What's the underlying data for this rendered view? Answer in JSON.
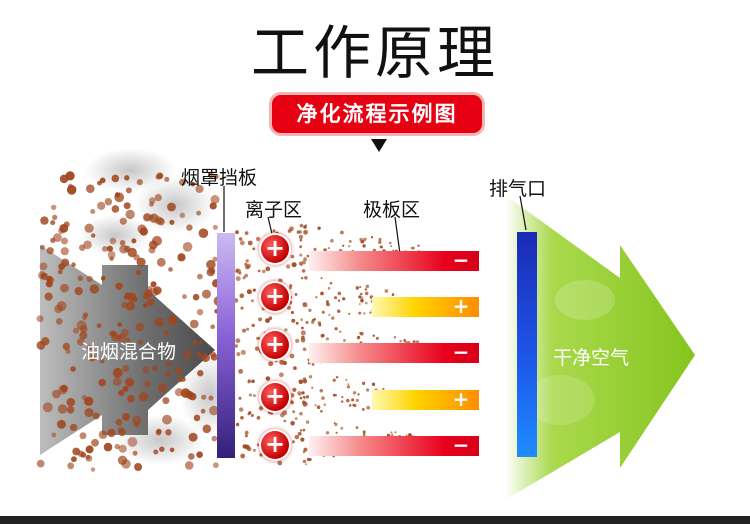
{
  "title": "工作原理",
  "banner": "净化流程示例图",
  "labels": {
    "hood": "烟罩挡板",
    "ion_zone": "离子区",
    "plate_zone": "极板区",
    "exhaust": "排气口",
    "input": "油烟混合物",
    "output": "干净空气"
  },
  "ion_sign": "+",
  "plates": [
    {
      "polarity": "negative",
      "sign": "−"
    },
    {
      "polarity": "positive",
      "sign": "+"
    },
    {
      "polarity": "negative",
      "sign": "−"
    },
    {
      "polarity": "positive",
      "sign": "+"
    },
    {
      "polarity": "negative",
      "sign": "−"
    }
  ],
  "colors": {
    "banner": "#e60012",
    "input_arrow": "#6f6f6f",
    "output_arrow": "#8cc63f",
    "particle": "#a0461e",
    "hood": "#6a45c4",
    "exhaust": "#1e50e6"
  }
}
